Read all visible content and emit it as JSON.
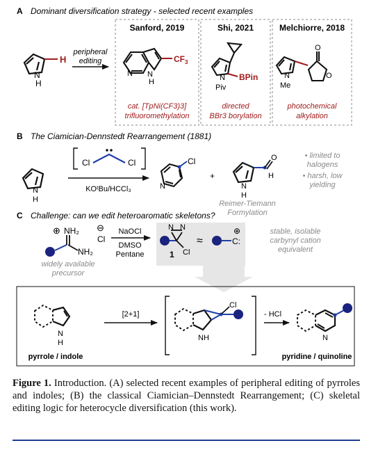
{
  "colors": {
    "dark_red": "#a01c1c",
    "blue": "#1f3fa6",
    "navy": "#1a237e",
    "gray_text": "#8a8a8a",
    "box_fill": "#e6e6e6",
    "dashed": "#888888"
  },
  "panel_a": {
    "letter": "A",
    "title": "Dominant diversification strategy - selected recent examples",
    "h_label": "H",
    "nh_label": "H",
    "arrow_top": "peripheral",
    "arrow_bottom": "editing",
    "boxes": [
      {
        "title": "Sanford, 2019",
        "group": "CF",
        "sub": "3",
        "nh": "H",
        "caption1": "cat. [TpNi(CF3)3]",
        "caption2": "trifluoromethylation"
      },
      {
        "title": "Shi, 2021",
        "group": "BPin",
        "n_sub": "Piv",
        "caption1": "directed",
        "caption2": "BBr3 borylation"
      },
      {
        "title": "Melchiorre, 2018",
        "carbonyl": "O",
        "ring_o": "O",
        "n_sub": "Me",
        "caption1": "photochemical",
        "caption2": "alkylation"
      }
    ]
  },
  "panel_b": {
    "letter": "B",
    "title": "The Ciamician-Dennstedt Rearrangement (1881)",
    "cl1": "Cl",
    "cl2": "Cl",
    "reagent": "KOᵗBu/HCCl₃",
    "nh": "H",
    "prod_cl": "Cl",
    "plus": "+",
    "cho_o": "O",
    "cho_h": "H",
    "side_label1": "Reimer-Tiemann",
    "side_label2": "Formylation",
    "notes": [
      "• limited to",
      "halogens",
      "• harsh, low",
      "yielding"
    ]
  },
  "panel_c": {
    "letter": "C",
    "title": "Challenge: can we edit heteroaromatic skeletons?",
    "amidine_nh2_top": "NH₂",
    "amidine_nh2_bottom": "NH₂",
    "plus_charge": "⊕",
    "minus_charge": "⊖",
    "counter_ion": "Cl",
    "precursor1": "widely available",
    "precursor2": "precursor",
    "reagents": [
      "NaOCl",
      "DMSO",
      "Pentane"
    ],
    "diazirine_n1": "N",
    "diazirine_n2": "N",
    "diazirine_cl": "Cl",
    "compound_number": "1",
    "approx": "≈",
    "cation_plus": "⊕",
    "cation_c": "C:",
    "stable1": "stable, isolable",
    "stable2": "carbynyl cation",
    "stable3": "equivalent",
    "step": "[2+1]",
    "int_cl": "Cl",
    "minus_hcl": "- HCl",
    "nh": "N",
    "nh_h": "H",
    "int_nh": "NH",
    "pyridine_n": "N",
    "label_left": "pyrrole / indole",
    "label_right": "pyridine / quinoline"
  },
  "caption": {
    "label": "Figure 1.",
    "text": " Introduction. (A) selected recent examples of peripheral editing of pyrroles and indoles; (B) the classical Ciamician–Dennstedt Rearrangement; (C) skeletal editing logic for heterocycle diversification (this work)."
  }
}
